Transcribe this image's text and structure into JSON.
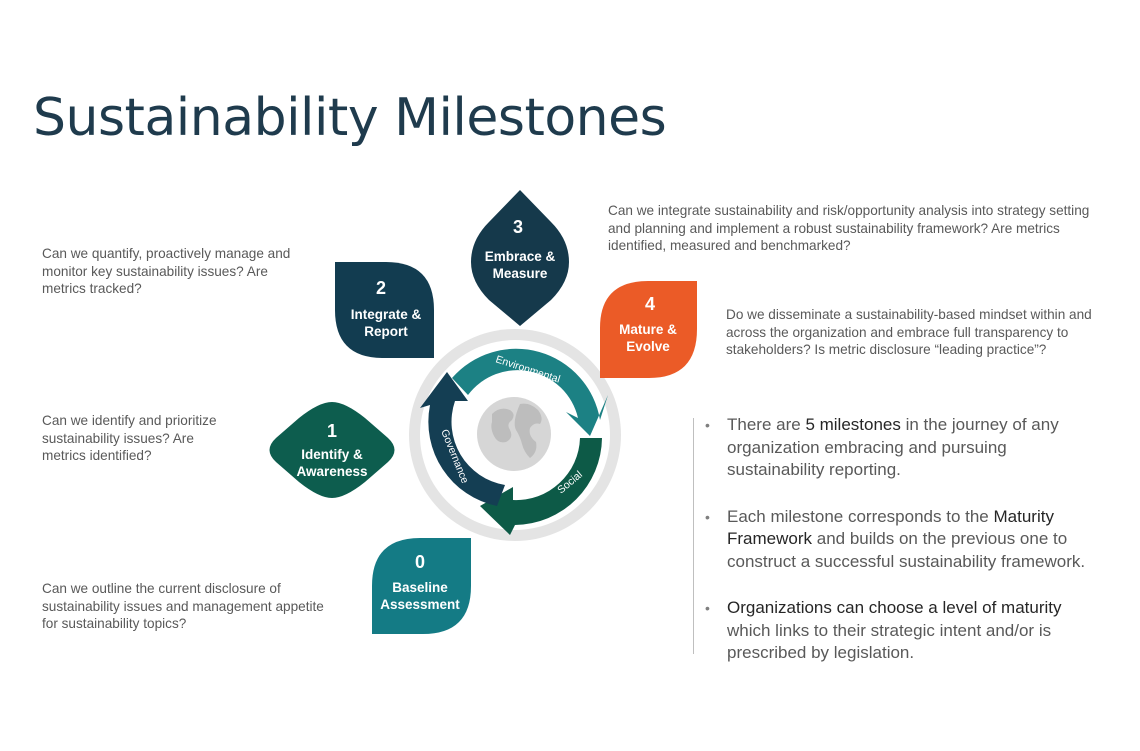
{
  "title": "Sustainability Milestones",
  "milestones": [
    {
      "number": "0",
      "label_lines": [
        "Baseline",
        "Assessment"
      ],
      "color": "#147b85",
      "question_lines": [
        "Can we outline the current disclosure of",
        "sustainability issues and management appetite",
        "for sustainability topics?"
      ]
    },
    {
      "number": "1",
      "label_lines": [
        "Identify &",
        "Awareness"
      ],
      "color": "#0d5d4e",
      "question_lines": [
        "Can we identify and prioritize",
        "sustainability issues? Are",
        "metrics identified?"
      ]
    },
    {
      "number": "2",
      "label_lines": [
        "Integrate &",
        "Report"
      ],
      "color": "#123c50",
      "question_lines": [
        "Can we quantify, proactively manage and",
        "monitor key sustainability issues? Are",
        "metrics tracked?"
      ]
    },
    {
      "number": "3",
      "label_lines": [
        "Embrace &",
        "Measure"
      ],
      "color": "#15394b",
      "question_lines": [
        "Can we integrate sustainability and risk/opportunity analysis into strategy setting",
        "and planning and implement a robust sustainability framework? Are metrics",
        "identified, measured and benchmarked?"
      ]
    },
    {
      "number": "4",
      "label_lines": [
        "Mature &",
        "Evolve"
      ],
      "color": "#eb5b27",
      "question_lines": [
        "Do we disseminate a sustainability-based mindset within and",
        "across the organization and embrace full transparency to",
        "stakeholders? Is metric disclosure “leading practice”?"
      ]
    }
  ],
  "cycle": {
    "labels": [
      "Environmental",
      "Social",
      "Governance"
    ],
    "colors": {
      "environmental": "#1c8184",
      "social": "#0d5a47",
      "governance": "#143e53",
      "ring": "#e4e4e4"
    }
  },
  "bullets": [
    {
      "lines": [
        [
          {
            "text": "There are "
          },
          {
            "text": "5 milestones",
            "strong": true
          },
          {
            "text": " in the journey of any"
          }
        ],
        [
          {
            "text": "organization embracing and pursuing"
          }
        ],
        [
          {
            "text": "sustainability reporting."
          }
        ]
      ]
    },
    {
      "lines": [
        [
          {
            "text": "Each milestone corresponds to the "
          },
          {
            "text": "Maturity",
            "strong": true
          }
        ],
        [
          {
            "text": "Framework",
            "strong": true
          },
          {
            "text": " and builds on the previous one to"
          }
        ],
        [
          {
            "text": "construct a successful sustainability framework."
          }
        ]
      ]
    },
    {
      "lines": [
        [
          {
            "text": "Organizations can choose a level of maturity",
            "strong": true
          }
        ],
        [
          {
            "text": "which links to their strategic intent and/or is"
          }
        ],
        [
          {
            "text": "prescribed by legislation."
          }
        ]
      ]
    }
  ]
}
